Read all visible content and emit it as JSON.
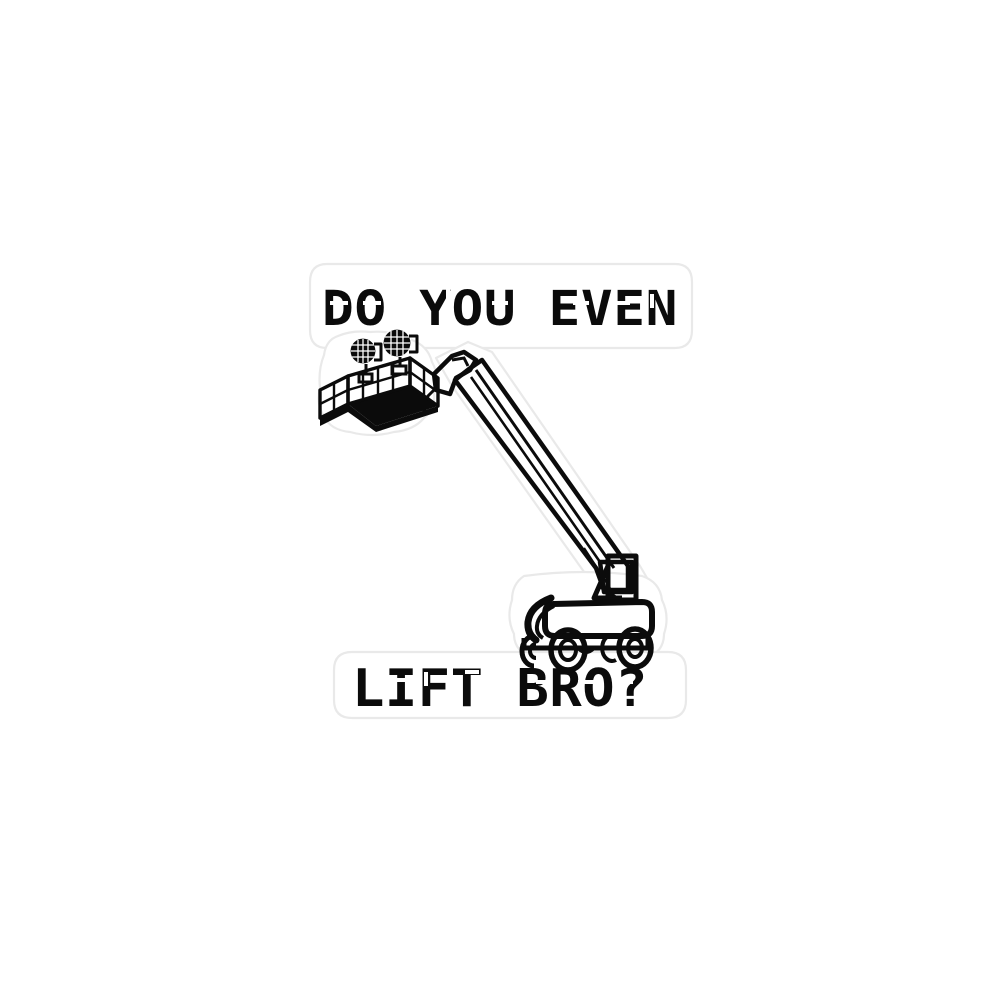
{
  "product": {
    "type": "die-cut-sticker",
    "background_color": "#ffffff",
    "ink_color": "#0b0b0b",
    "border_color": "#e9e9e9",
    "border_label": "white die-cut sticker border"
  },
  "text": {
    "top_line": "DO YOU EVEN",
    "bottom_line": "LIFT BRO?",
    "font_style": "military stencil block"
  },
  "artwork": {
    "subject": "telescopic boom lift",
    "alt_names": [
      "cherry picker",
      "man lift",
      "aerial work platform"
    ],
    "parts": [
      {
        "name": "work-light-left",
        "label": "work light"
      },
      {
        "name": "work-light-right",
        "label": "work light"
      },
      {
        "name": "basket",
        "label": "mesh work platform basket"
      },
      {
        "name": "jib",
        "label": "jib / elbow joint"
      },
      {
        "name": "boom",
        "label": "telescoping boom arm"
      },
      {
        "name": "turret",
        "label": "turret / rotating mast"
      },
      {
        "name": "chassis",
        "label": "chassis body"
      },
      {
        "name": "wheel-front-left",
        "label": "wheel"
      },
      {
        "name": "wheel-front-right",
        "label": "wheel"
      },
      {
        "name": "wheel-rear-left",
        "label": "wheel"
      },
      {
        "name": "wheel-rear-right",
        "label": "wheel"
      }
    ]
  }
}
